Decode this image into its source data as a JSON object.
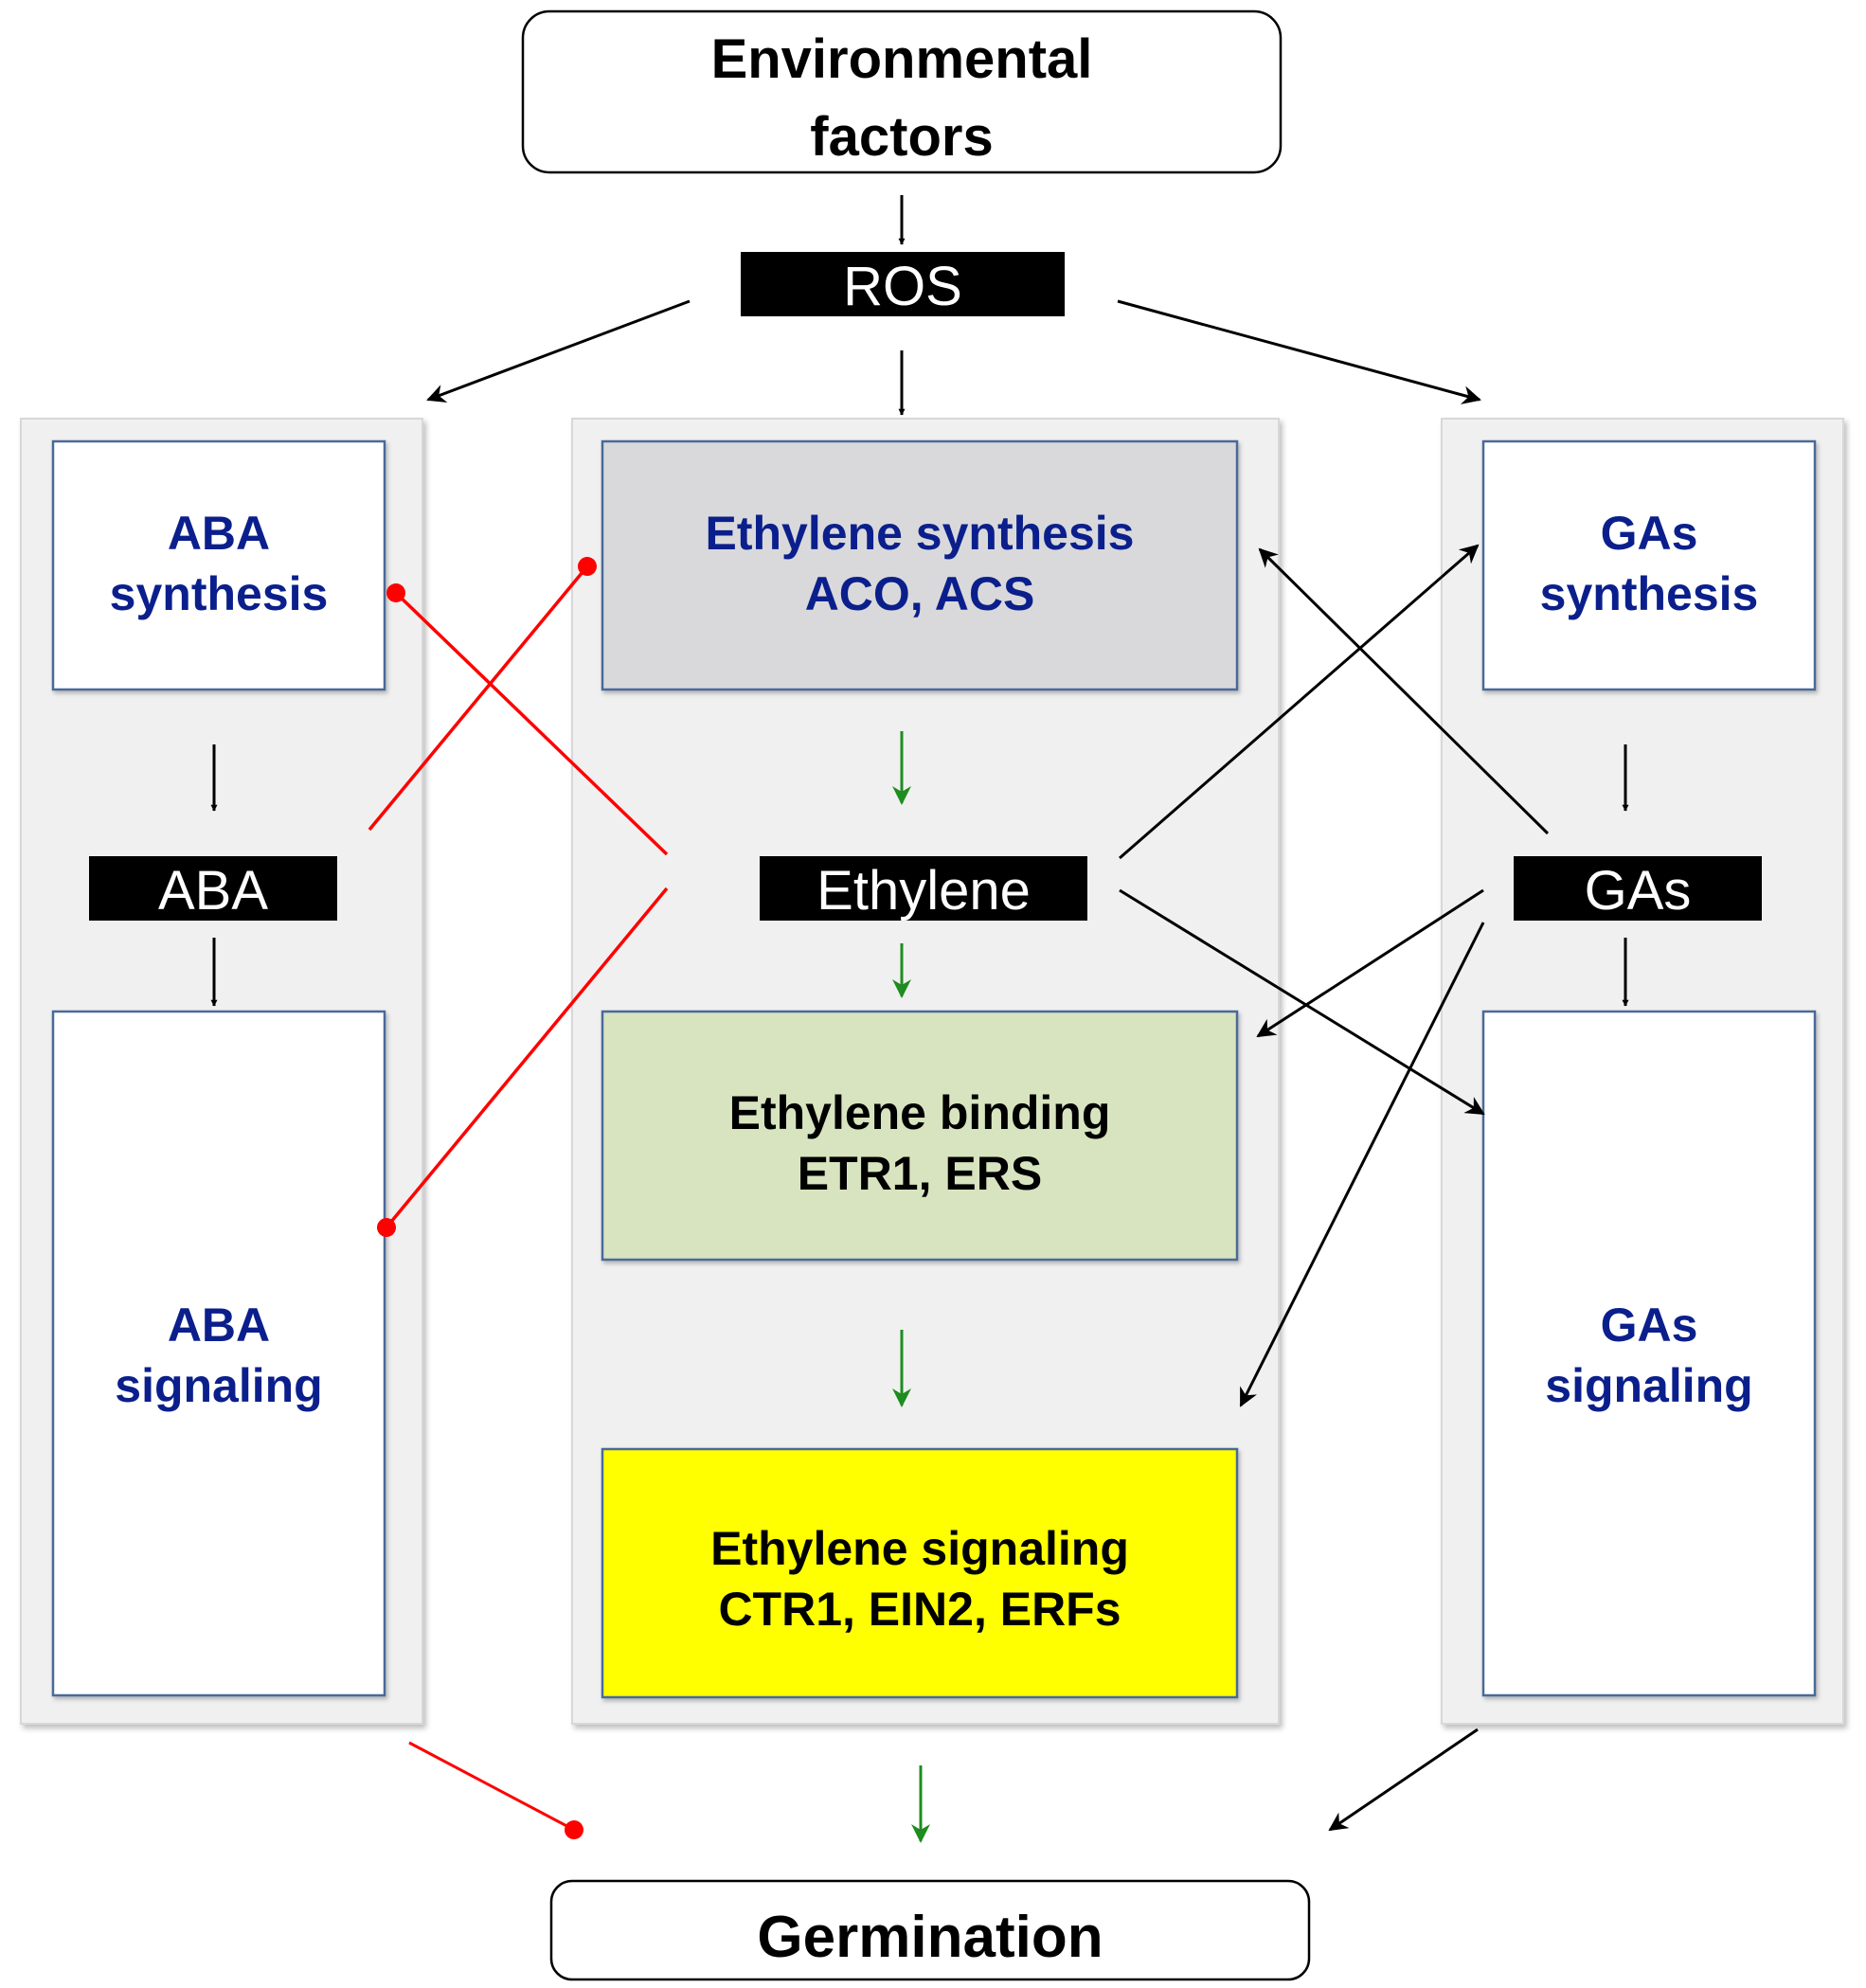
{
  "nodes": {
    "environmental_factors": [
      "Environmental",
      "factors"
    ],
    "ros": "ROS",
    "aba_synthesis": [
      "ABA",
      "synthesis"
    ],
    "aba": "ABA",
    "aba_signaling": [
      "ABA",
      "signaling"
    ],
    "ethylene_synthesis": [
      "Ethylene synthesis",
      "ACO, ACS"
    ],
    "ethylene": "Ethylene",
    "ethylene_binding": [
      "Ethylene binding",
      "ETR1, ERS"
    ],
    "ethylene_signaling": [
      "Ethylene signaling",
      "CTR1, EIN2, ERFs"
    ],
    "gas_synthesis": [
      "GAs",
      "synthesis"
    ],
    "gas": "GAs",
    "gas_signaling": [
      "GAs",
      "signaling"
    ],
    "germination": "Germination"
  },
  "colors": {
    "text_dark": "#000000",
    "text_blue": "#0b1f8c",
    "box_border": "#4a6a9a",
    "column_bg": "#f0f0f0",
    "ethylene_synthesis_fill": "#d9d9db",
    "ethylene_binding_fill": "#d8e4bf",
    "ethylene_signaling_fill": "#ffff00",
    "activation_black": "#000000",
    "activation_green": "#1e8c1e",
    "inhibition_red": "#ff0000"
  },
  "edges": [
    {
      "from": "environmental_factors",
      "to": "ros",
      "type": "activation"
    },
    {
      "from": "ros",
      "to": "aba_column",
      "type": "activation"
    },
    {
      "from": "ros",
      "to": "ethylene_column",
      "type": "activation"
    },
    {
      "from": "ros",
      "to": "gas_column",
      "type": "activation"
    },
    {
      "from": "aba_synthesis",
      "to": "aba",
      "type": "activation"
    },
    {
      "from": "aba",
      "to": "aba_signaling",
      "type": "activation"
    },
    {
      "from": "gas_synthesis",
      "to": "gas",
      "type": "activation"
    },
    {
      "from": "gas",
      "to": "gas_signaling",
      "type": "activation"
    },
    {
      "from": "ethylene_synthesis",
      "to": "ethylene",
      "type": "activation"
    },
    {
      "from": "ethylene",
      "to": "ethylene_binding",
      "type": "activation"
    },
    {
      "from": "ethylene_binding",
      "to": "ethylene_signaling",
      "type": "activation"
    },
    {
      "from": "ethylene_column",
      "to": "germination",
      "type": "activation"
    },
    {
      "from": "aba",
      "to": "ethylene_synthesis",
      "type": "inhibition"
    },
    {
      "from": "ethylene",
      "to": "aba_synthesis",
      "type": "inhibition"
    },
    {
      "from": "ethylene",
      "to": "aba_signaling",
      "type": "inhibition"
    },
    {
      "from": "aba_column",
      "to": "germination",
      "type": "inhibition"
    },
    {
      "from": "gas",
      "to": "ethylene_synthesis",
      "type": "activation"
    },
    {
      "from": "ethylene",
      "to": "gas_synthesis",
      "type": "activation"
    },
    {
      "from": "ethylene",
      "to": "gas_signaling",
      "type": "activation"
    },
    {
      "from": "gas",
      "to": "ethylene_binding",
      "type": "activation"
    },
    {
      "from": "gas",
      "to": "ethylene_signaling",
      "type": "activation"
    },
    {
      "from": "gas_column",
      "to": "germination",
      "type": "activation"
    }
  ]
}
